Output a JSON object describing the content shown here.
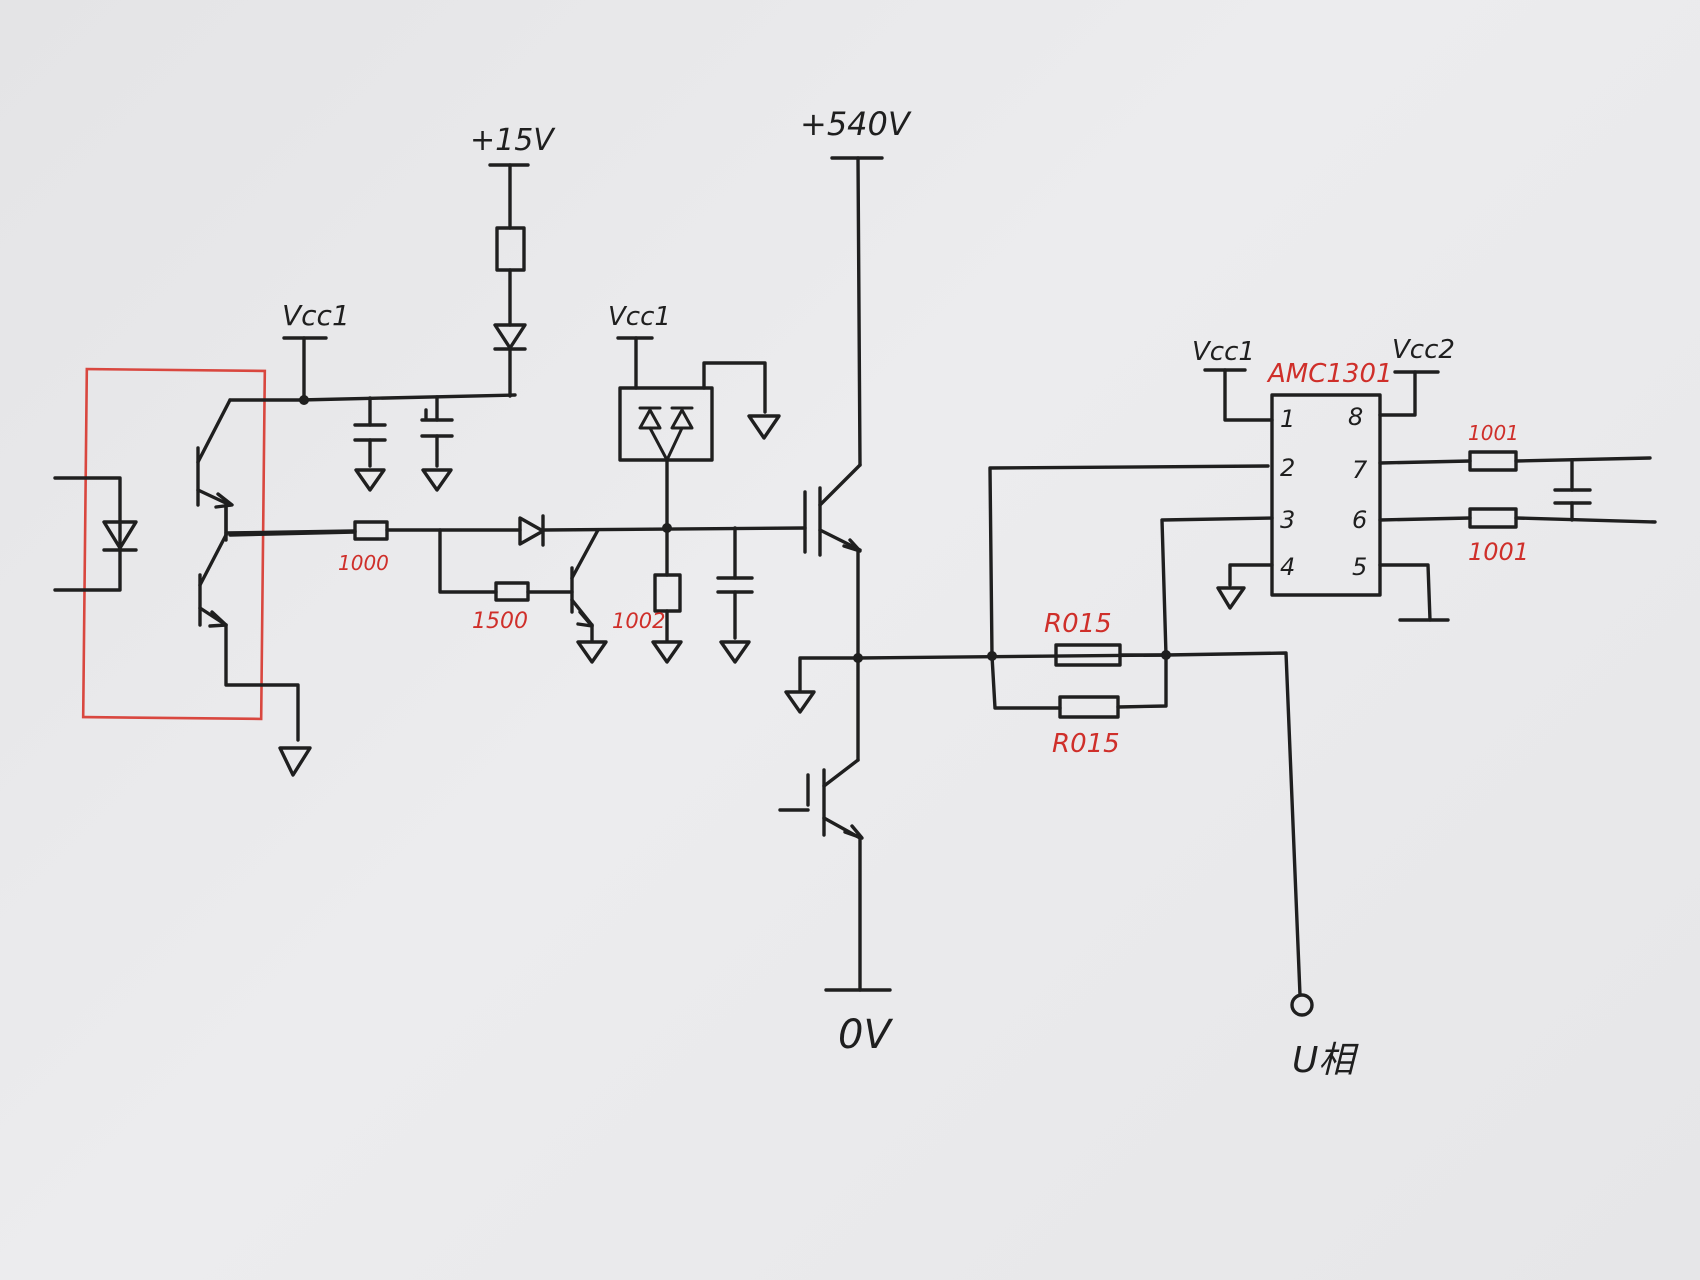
{
  "labels": {
    "v15": "+15V",
    "v540": "+540V",
    "vcc1_left": "Vcc1",
    "vcc1_mid": "Vcc1",
    "vcc1_amc": "Vcc1",
    "vcc2": "Vcc2",
    "chip": "AMC1301",
    "zero_v": "0V",
    "phase": "U相"
  },
  "resistors": {
    "r_gate_in": "1000",
    "r_base": "1500",
    "r_pulldown": "1002",
    "r_shunt_top": "R015",
    "r_shunt_bottom": "R015",
    "r_out_top": "1001",
    "r_out_bottom": "1001"
  },
  "pins": {
    "p1": "1",
    "p2": "2",
    "p3": "3",
    "p4": "4",
    "p5": "5",
    "p6": "6",
    "p7": "7",
    "p8": "8"
  },
  "colors": {
    "ink": "#1f1f1f",
    "annotation_red": "#cf2f2a"
  }
}
